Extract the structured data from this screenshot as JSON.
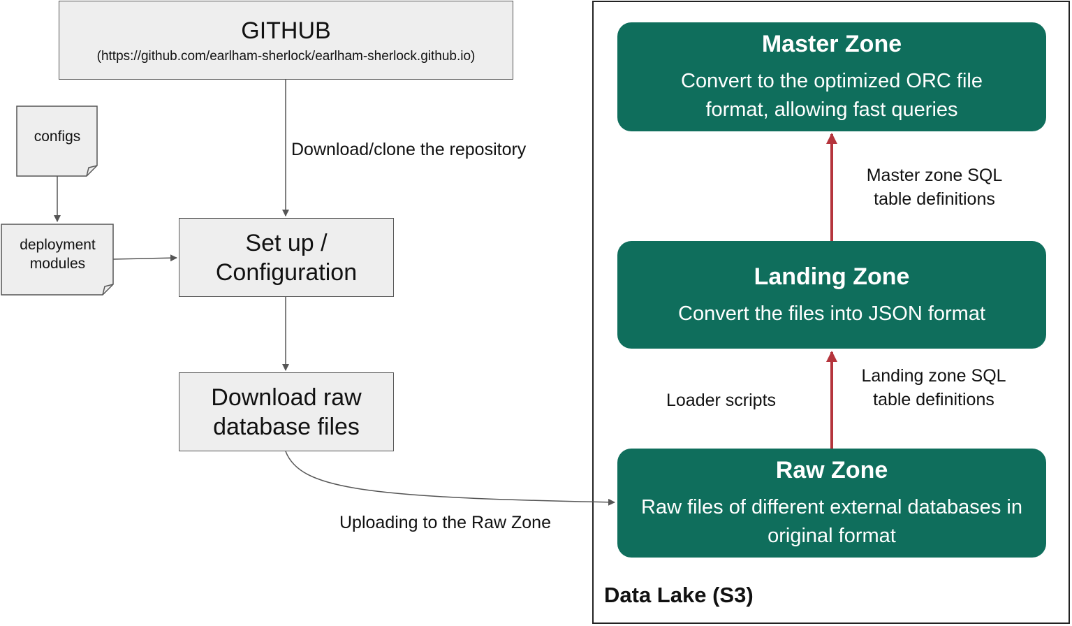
{
  "github": {
    "title": "GITHUB",
    "url": "(https://github.com/earlham-sherlock/earlham-sherlock.github.io)"
  },
  "notes": {
    "configs": "configs",
    "deployment_modules": "deployment modules"
  },
  "steps": {
    "setup": "Set up / Configuration",
    "download": "Download raw database files"
  },
  "edge_labels": {
    "clone": "Download/clone the repository",
    "upload": "Uploading to the Raw Zone",
    "loader": "Loader scripts",
    "landing_sql": "Landing zone SQL table definitions",
    "master_sql": "Master zone SQL table definitions"
  },
  "data_lake": {
    "label": "Data Lake (S3)",
    "zones": {
      "master": {
        "title": "Master Zone",
        "description": "Convert to the optimized ORC file format, allowing fast queries"
      },
      "landing": {
        "title": "Landing Zone",
        "description": "Convert the files into JSON format"
      },
      "raw": {
        "title": "Raw Zone",
        "description": "Raw files of different external databases in original format"
      }
    }
  },
  "colors": {
    "zone_fill": "#0f6e5c",
    "zone_arrow": "#b5343c",
    "box_fill": "#eeeeee",
    "connector": "#555555"
  }
}
